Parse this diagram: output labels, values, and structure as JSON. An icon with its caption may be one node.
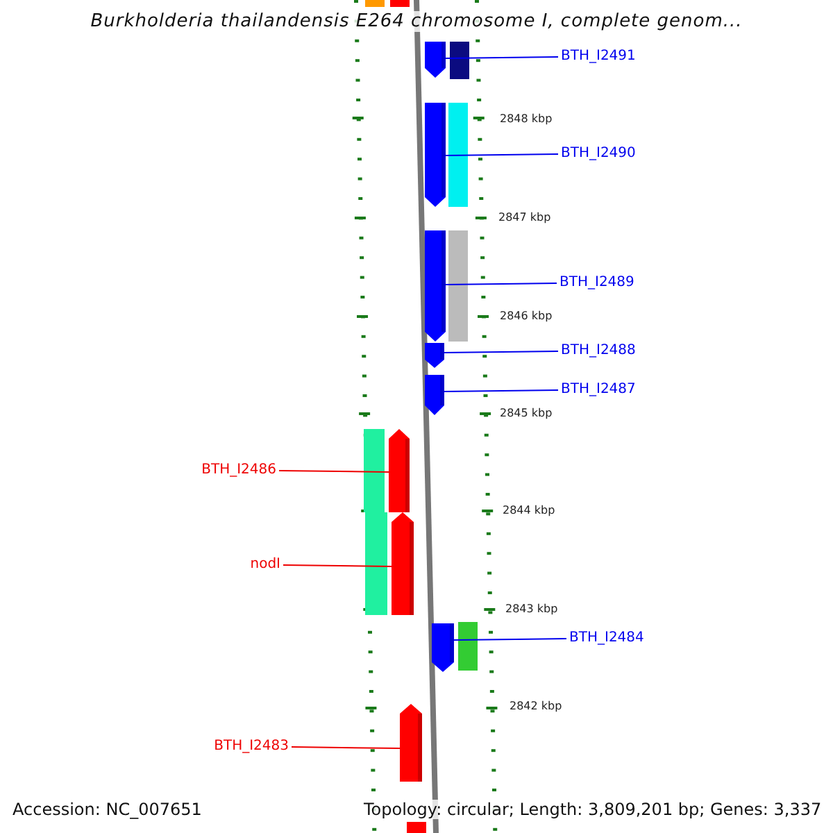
{
  "diagram": {
    "title": "Burkholderia thailandensis E264 chromosome I, complete genom...",
    "nodes": [
      {
        "text": [
          "BTH_I2491"
        ]
      },
      {
        "text": [
          "BTH_I2490"
        ]
      },
      {
        "text": [
          "BTH_I2489"
        ]
      },
      {
        "text": [
          "BTH_I2488"
        ]
      },
      {
        "text": [
          "BTH_I2487"
        ]
      },
      {
        "text": [
          "BTH_I2486"
        ]
      },
      {
        "text": [
          "nodI"
        ]
      },
      {
        "text": [
          "BTH_I2484"
        ]
      },
      {
        "text": [
          "BTH_I2483"
        ]
      },
      {
        "text": [],
        "shape": "bar"
      },
      {
        "text": [],
        "shape": "bar"
      },
      {
        "text": [],
        "shape": "bar"
      },
      {
        "text": [],
        "shape": "bar"
      },
      {
        "text": [],
        "shape": "bar"
      },
      {
        "text": [],
        "shape": "bar"
      },
      {
        "text": [],
        "shape": "bar"
      },
      {
        "text": [],
        "shape": "bar"
      },
      {
        "text": [],
        "shape": "bar"
      }
    ],
    "edges": [
      {
        "from": 0,
        "to": 9,
        "arrow": "none"
      },
      {
        "from": 1,
        "to": 10,
        "arrow": "none"
      },
      {
        "from": 2,
        "to": 11,
        "arrow": "none"
      },
      {
        "from": 3,
        "to": 12,
        "arrow": "none"
      },
      {
        "from": 4,
        "to": 13,
        "arrow": "none"
      },
      {
        "from": 5,
        "to": 14,
        "arrow": "none",
        "color": "#ee0000"
      },
      {
        "from": 6,
        "to": 15,
        "arrow": "none",
        "color": "#ee0000"
      },
      {
        "from": 7,
        "to": 16,
        "arrow": "none"
      },
      {
        "from": 8,
        "to": 17,
        "arrow": "none",
        "color": "#ee0000"
      }
    ],
    "labels": [
      "2848 kbp",
      "2847 kbp",
      "2846 kbp",
      "2845 kbp",
      "2844 kbp",
      "2843 kbp",
      "2842 kbp",
      "Accession: NC_007651",
      "Topology: circular; Length: 3,809,201 bp; Genes: 3,337"
    ]
  }
}
